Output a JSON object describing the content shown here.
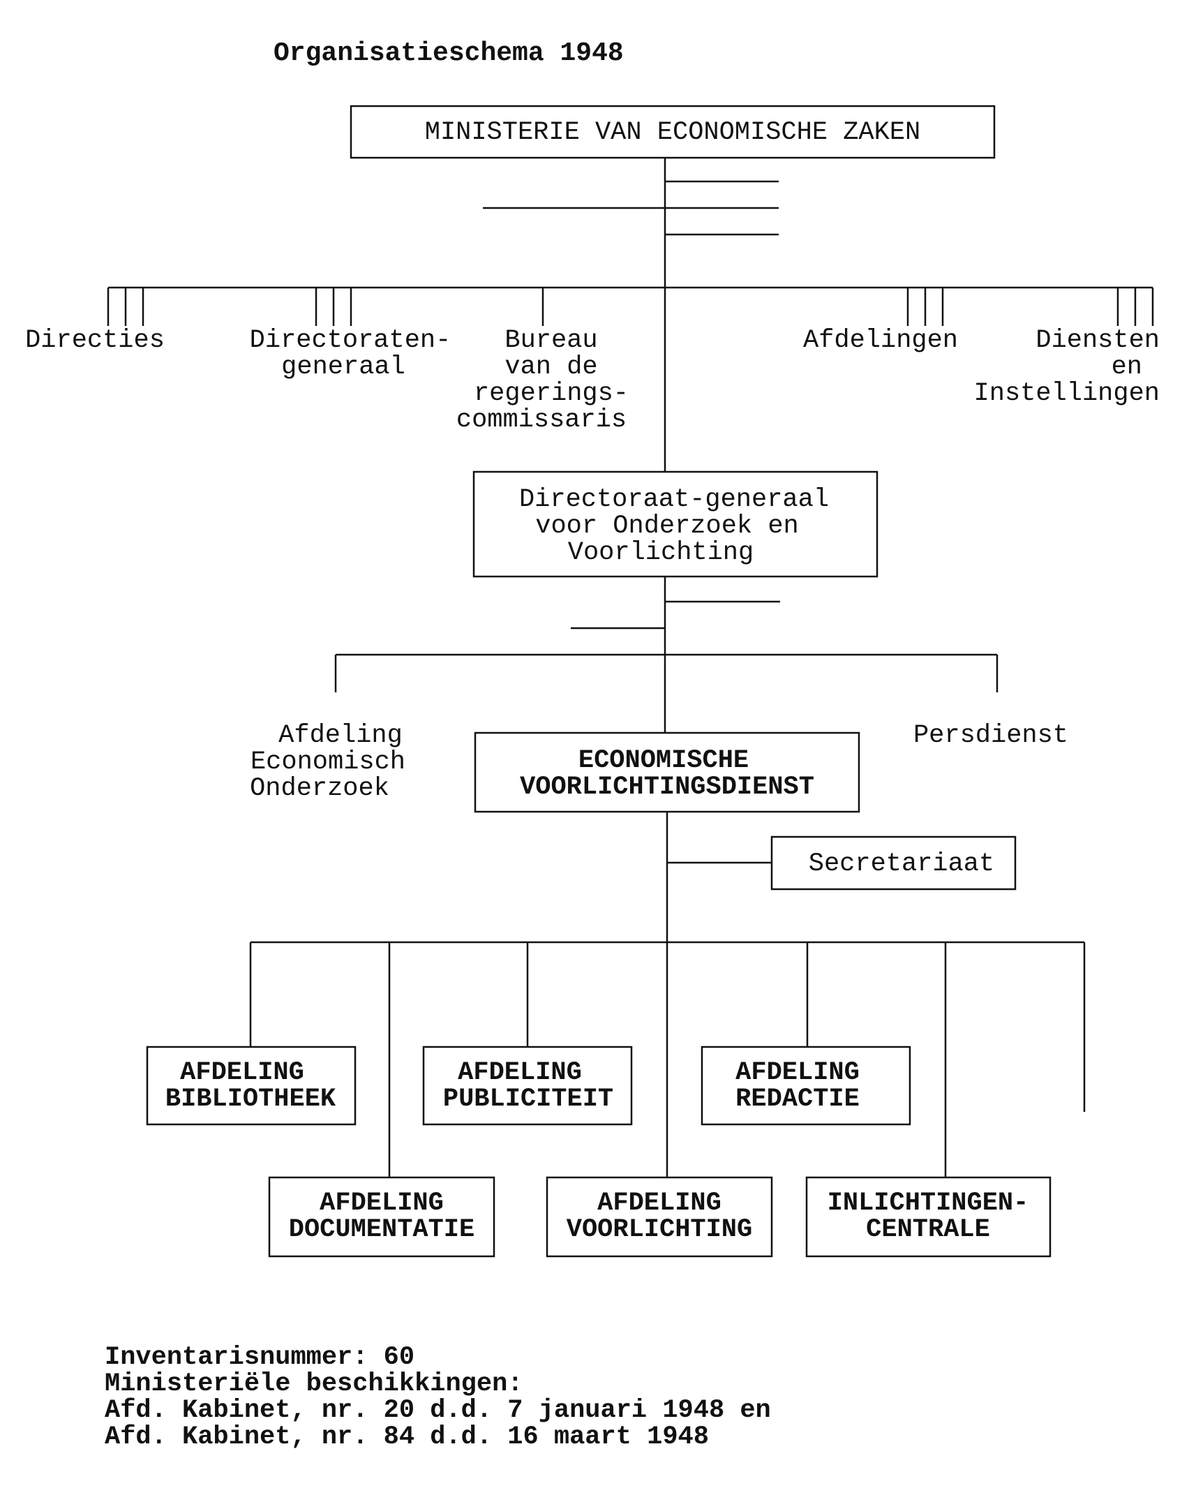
{
  "title": "Organisatieschema 1948",
  "root": {
    "lines": [
      "MINISTERIE VAN ECONOMISCHE ZAKEN"
    ]
  },
  "top_branches": [
    {
      "id": "directies",
      "lines": [
        "Directies"
      ]
    },
    {
      "id": "directoraten-generaal",
      "lines": [
        "Directoraten-",
        "generaal"
      ]
    },
    {
      "id": "bureau-regeringscommissaris",
      "lines": [
        "Bureau",
        "van de",
        "regerings-",
        "commissaris"
      ]
    },
    {
      "id": "afdelingen",
      "lines": [
        "Afdelingen"
      ]
    },
    {
      "id": "diensten-en-instellingen",
      "lines": [
        "Diensten",
        "en",
        "Instellingen"
      ]
    }
  ],
  "dg": {
    "lines": [
      "Directoraat-generaal",
      "voor Onderzoek en",
      "Voorlichting"
    ]
  },
  "dg_branches": [
    {
      "id": "afdeling-economisch-onderzoek",
      "lines": [
        "Afdeling",
        "Economisch",
        "Onderzoek"
      ]
    },
    {
      "id": "persdienst",
      "lines": [
        "Persdienst"
      ]
    }
  ],
  "evd": {
    "lines": [
      "ECONOMISCHE",
      "VOORLICHTINGSDIENST"
    ]
  },
  "secretariaat": {
    "lines": [
      "Secretariaat"
    ]
  },
  "departments": [
    {
      "id": "afdeling-bibliotheek",
      "lines": [
        "AFDELING",
        "BIBLIOTHEEK"
      ]
    },
    {
      "id": "afdeling-documentatie",
      "lines": [
        "AFDELING",
        "DOCUMENTATIE"
      ]
    },
    {
      "id": "afdeling-publiciteit",
      "lines": [
        "AFDELING",
        "PUBLICITEIT"
      ]
    },
    {
      "id": "afdeling-voorlichting",
      "lines": [
        "AFDELING",
        "VOORLICHTING"
      ]
    },
    {
      "id": "afdeling-redactie",
      "lines": [
        "AFDELING",
        "REDACTIE"
      ]
    },
    {
      "id": "inlichtingen-centrale",
      "lines": [
        "INLICHTINGEN-",
        "CENTRALE"
      ]
    }
  ],
  "footer": [
    "Inventarisnummer: 60",
    "Ministeriële beschikkingen:",
    "Afd. Kabinet, nr. 20 d.d. 7 januari 1948 en",
    "Afd. Kabinet, nr. 84 d.d. 16 maart 1948"
  ]
}
